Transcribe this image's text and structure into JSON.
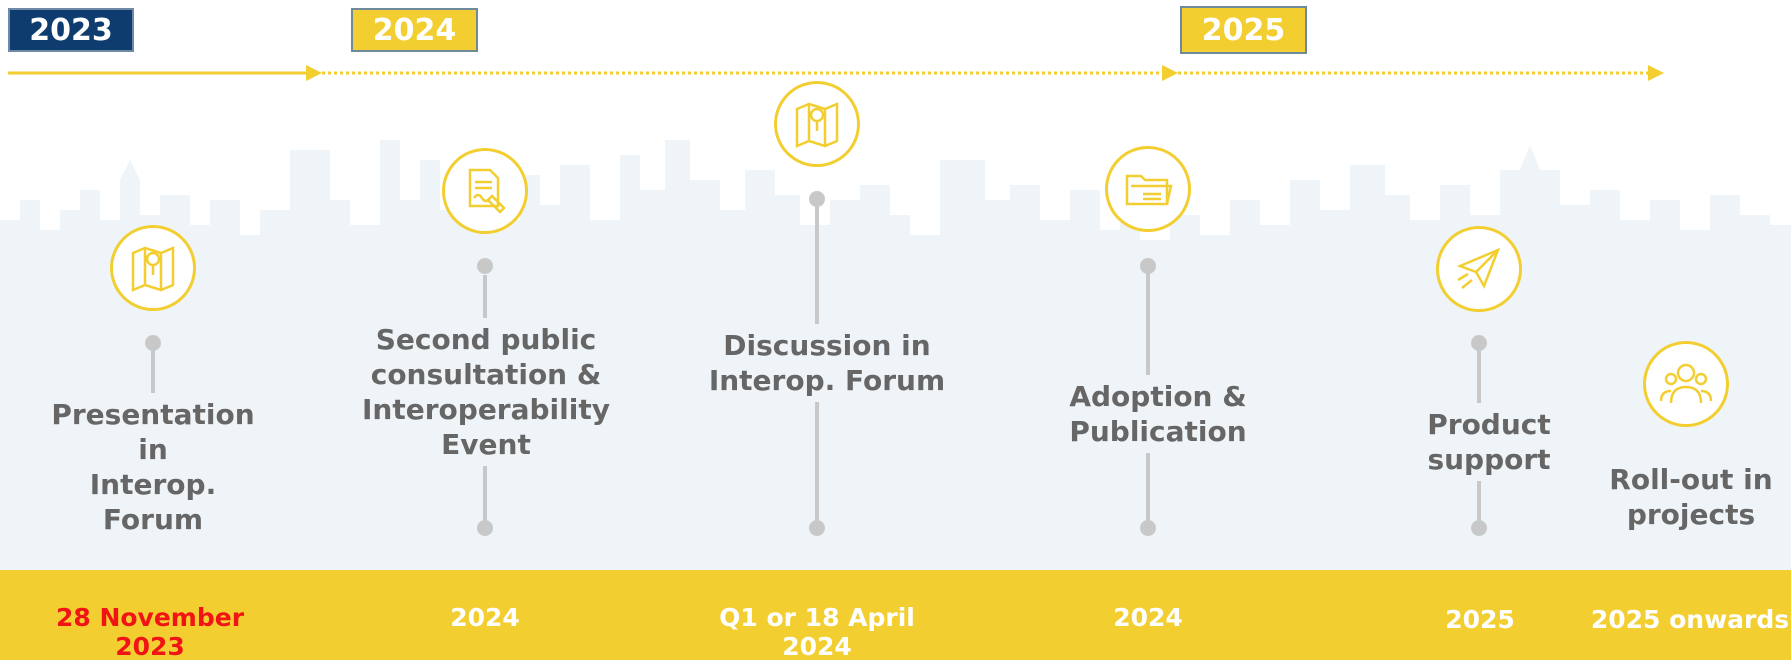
{
  "colors": {
    "accent_yellow": "#f3ce31",
    "navy": "#0e3c6e",
    "label_gray": "#666666",
    "stem_gray": "#c8c8c8",
    "light_band": "#eef4f7",
    "highlight_red": "#f01414"
  },
  "years": {
    "y2023": "2023",
    "y2024": "2024",
    "y2025": "2025"
  },
  "milestones": [
    {
      "label": "Presentation in\nInterop. Forum",
      "date": "28 November\n2023",
      "icon": "map-pin-icon"
    },
    {
      "label": "Second public\nconsultation &\nInteroperability\nEvent",
      "date": "2024",
      "icon": "document-signing-icon"
    },
    {
      "label": "Discussion in\nInterop. Forum",
      "date": "Q1 or 18 April\n2024",
      "icon": "map-pin-icon"
    },
    {
      "label": "Adoption &\nPublication",
      "date": "2024",
      "icon": "folder-icon"
    },
    {
      "label": "Product\nsupport",
      "date": "2025",
      "icon": "paper-plane-icon"
    },
    {
      "label": "Roll-out in\nprojects",
      "date": "2025 onwards",
      "icon": "people-icon"
    }
  ]
}
